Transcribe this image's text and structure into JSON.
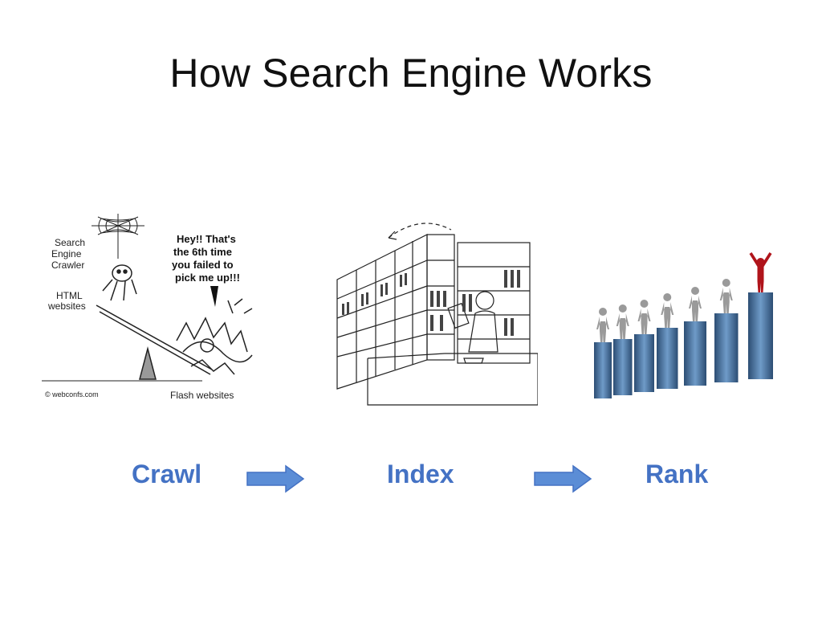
{
  "slide": {
    "title": "How Search Engine Works"
  },
  "crawl_illustration": {
    "label_crawler_line1": "Search",
    "label_crawler_line2": "Engine",
    "label_crawler_line3": "Crawler",
    "label_html_line1": "HTML",
    "label_html_line2": "websites",
    "speech_line1": "Hey!! That's",
    "speech_line2": "the 6th time",
    "speech_line3": "you failed to",
    "speech_line4": "pick me up!!!",
    "label_flash": "Flash websites",
    "copyright": "© webconfs.com"
  },
  "steps": {
    "crawl": "Crawl",
    "index": "Index",
    "rank": "Rank"
  },
  "colors": {
    "accent": "#4472c4",
    "arrow_fill": "#5b8dd6",
    "bar_fill": "#3b6390"
  },
  "icons": {
    "arrow": "right-arrow-icon",
    "winner": "winner-figure-icon"
  }
}
